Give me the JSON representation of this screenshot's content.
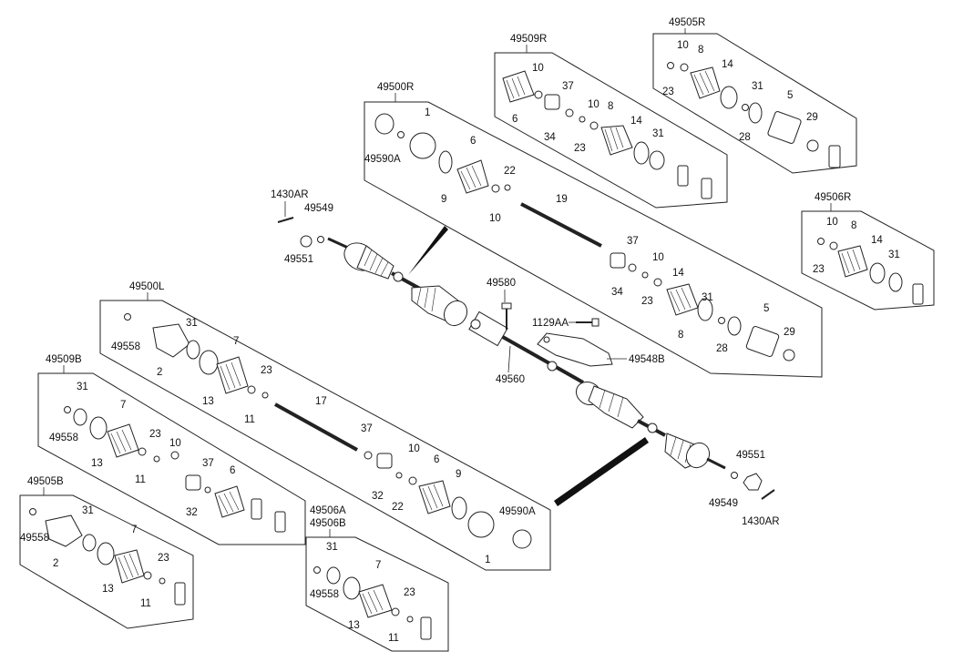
{
  "diagram": {
    "box_labels": {
      "b49505R": "49505R",
      "b49509R": "49509R",
      "b49500R": "49500R",
      "b49506R": "49506R",
      "b49500L": "49500L",
      "b49509B": "49509B",
      "b49505B": "49505B",
      "b49506AB_a": "49506A",
      "b49506AB_b": "49506B"
    },
    "part_numbers": {
      "p1430AR": "1430AR",
      "p49549": "49549",
      "p49551": "49551",
      "p49580": "49580",
      "p1129AA": "1129AA",
      "p49548B": "49548B",
      "p49560": "49560",
      "p49590A": "49590A",
      "p49558": "49558",
      "n1": "1",
      "n2": "2",
      "n5": "5",
      "n6": "6",
      "n7": "7",
      "n8": "8",
      "n9": "9",
      "n10": "10",
      "n11": "11",
      "n13": "13",
      "n14": "14",
      "n17": "17",
      "n19": "19",
      "n22": "22",
      "n23": "23",
      "n28": "28",
      "n29": "29",
      "n31": "31",
      "n32": "32",
      "n34": "34",
      "n37": "37"
    }
  }
}
